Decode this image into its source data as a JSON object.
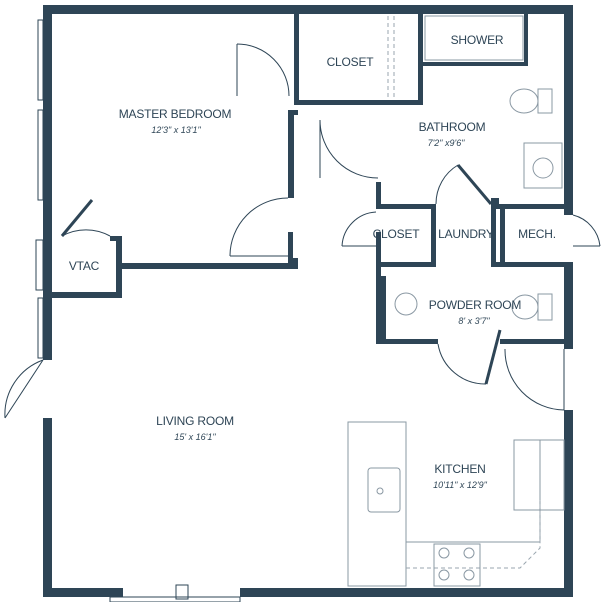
{
  "rooms": {
    "master_bedroom": {
      "name": "MASTER BEDROOM",
      "dim": "12'3\" x 13'1\""
    },
    "closet_master": {
      "name": "CLOSET"
    },
    "shower": {
      "name": "SHOWER"
    },
    "bathroom": {
      "name": "BATHROOM",
      "dim": "7'2\" x9'6\""
    },
    "vtac": {
      "name": "VTAC"
    },
    "closet_hall": {
      "name": "CLOSET"
    },
    "laundry": {
      "name": "LAUNDRY"
    },
    "mech": {
      "name": "MECH."
    },
    "powder_room": {
      "name": "POWDER ROOM",
      "dim": "8' x 3'7\""
    },
    "living_room": {
      "name": "LIVING ROOM",
      "dim": "15' x 16'1\""
    },
    "kitchen": {
      "name": "KITCHEN",
      "dim": "10'11\" x 12'9\""
    }
  }
}
